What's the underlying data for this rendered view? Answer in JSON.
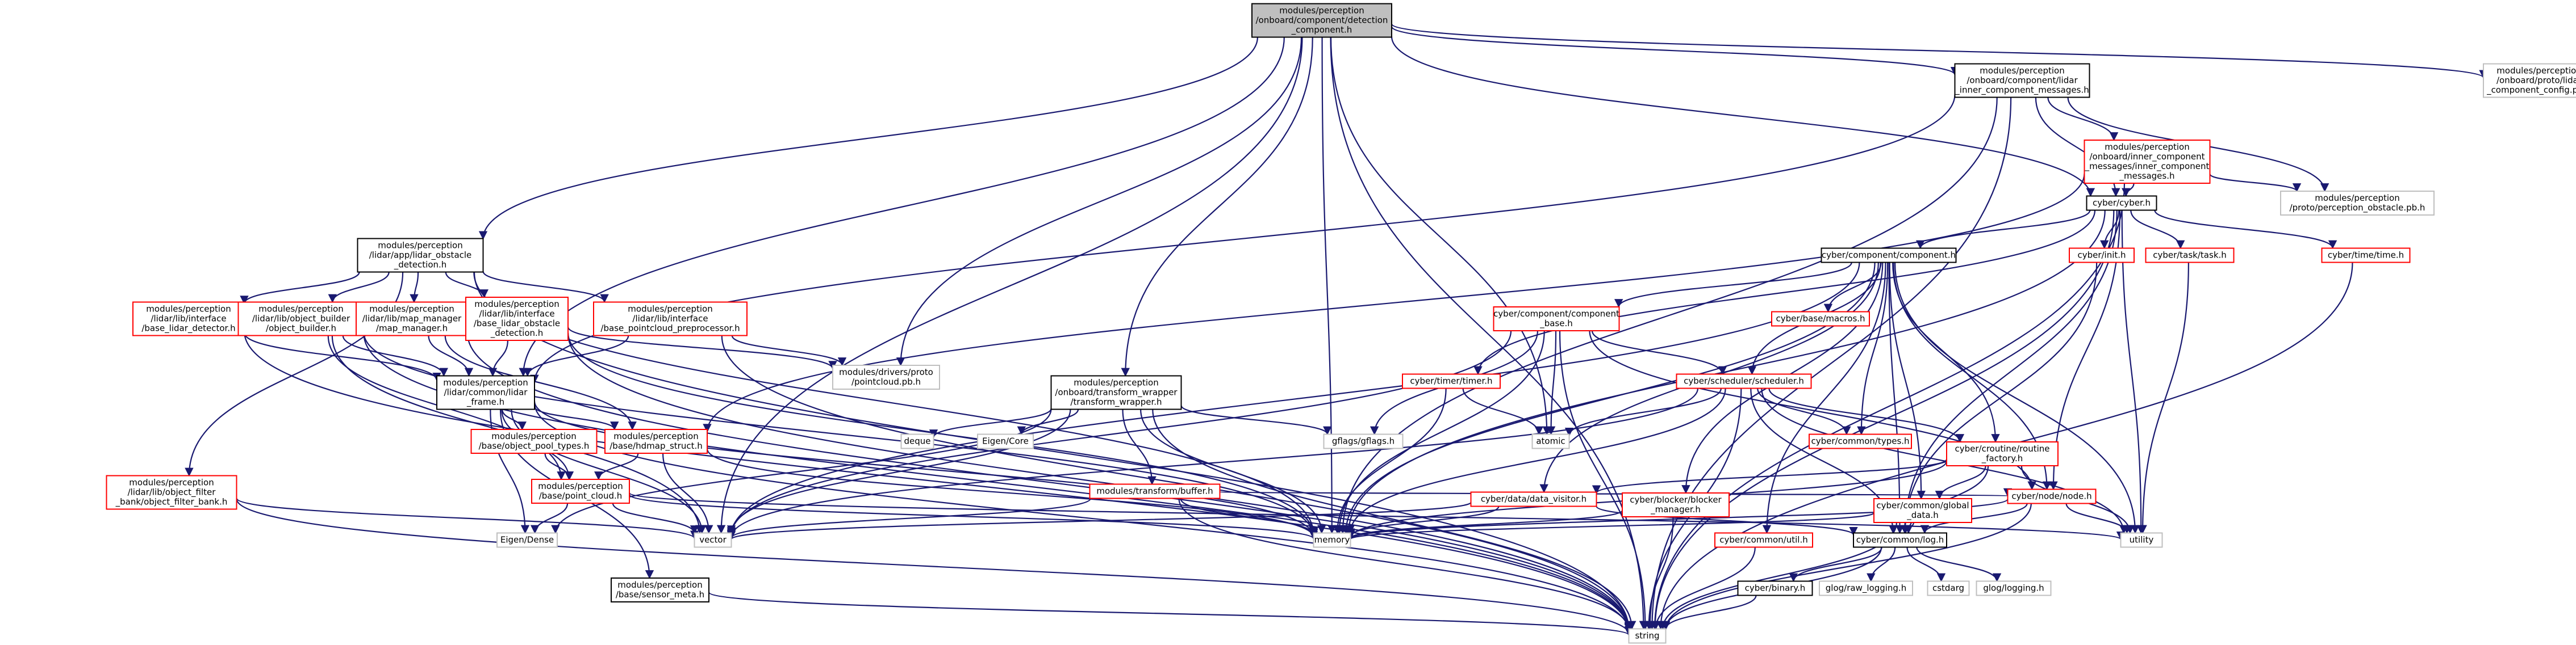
{
  "colors": {
    "edge": "#191970",
    "box_black": "#000000",
    "box_red": "#ff0000",
    "box_grey": "#bfbfbf",
    "text": "#000000",
    "root_fill": "#bfbfbf",
    "node_fill": "#ffffff"
  },
  "nodes": [
    {
      "id": "root",
      "kind": "root",
      "lines": [
        "modules/perception",
        "/onboard/component/detection",
        "_component.h"
      ]
    },
    {
      "id": "lidar_inner",
      "kind": "black",
      "lines": [
        "modules/perception",
        "/onboard/component/lidar",
        "_inner_component_messages.h"
      ]
    },
    {
      "id": "lidar_cfg_pb",
      "kind": "grey",
      "lines": [
        "modules/perception",
        "/onboard/proto/lidar",
        "_component_config.pb.h"
      ]
    },
    {
      "id": "inner_msgs",
      "kind": "red",
      "lines": [
        "modules/perception",
        "/onboard/inner_component",
        "_messages/inner_component",
        "_messages.h"
      ]
    },
    {
      "id": "obstacle_pb",
      "kind": "grey",
      "lines": [
        "modules/perception",
        "/proto/perception_obstacle.pb.h"
      ]
    },
    {
      "id": "cyber_h",
      "kind": "black",
      "lines": [
        "cyber/cyber.h"
      ]
    },
    {
      "id": "lidar_obstacle_det",
      "kind": "black",
      "lines": [
        "modules/perception",
        "/lidar/app/lidar_obstacle",
        "_detection.h"
      ]
    },
    {
      "id": "base_lidar_detector",
      "kind": "red",
      "lines": [
        "modules/perception",
        "/lidar/lib/interface",
        "/base_lidar_detector.h"
      ]
    },
    {
      "id": "object_builder",
      "kind": "red",
      "lines": [
        "modules/perception",
        "/lidar/lib/object_builder",
        "/object_builder.h"
      ]
    },
    {
      "id": "map_manager",
      "kind": "red",
      "lines": [
        "modules/perception",
        "/lidar/lib/map_manager",
        "/map_manager.h"
      ]
    },
    {
      "id": "base_lidar_obs_det",
      "kind": "red",
      "lines": [
        "modules/perception",
        "/lidar/lib/interface",
        "/base_lidar_obstacle",
        "_detection.h"
      ]
    },
    {
      "id": "base_pc_preproc",
      "kind": "red",
      "lines": [
        "modules/perception",
        "/lidar/lib/interface",
        "/base_pointcloud_preprocessor.h"
      ]
    },
    {
      "id": "lidar_frame",
      "kind": "black",
      "lines": [
        "modules/perception",
        "/lidar/common/lidar",
        "_frame.h"
      ]
    },
    {
      "id": "pointcloud_pb",
      "kind": "grey",
      "lines": [
        "modules/drivers/proto",
        "/pointcloud.pb.h"
      ]
    },
    {
      "id": "transform_wrapper",
      "kind": "black",
      "lines": [
        "modules/perception",
        "/onboard/transform_wrapper",
        "/transform_wrapper.h"
      ]
    },
    {
      "id": "object_pool_types",
      "kind": "red",
      "lines": [
        "modules/perception",
        "/base/object_pool_types.h"
      ]
    },
    {
      "id": "hdmap_struct",
      "kind": "red",
      "lines": [
        "modules/perception",
        "/base/hdmap_struct.h"
      ]
    },
    {
      "id": "point_cloud",
      "kind": "red",
      "lines": [
        "modules/perception",
        "/base/point_cloud.h"
      ]
    },
    {
      "id": "object_filter_bank",
      "kind": "red",
      "lines": [
        "modules/perception",
        "/lidar/lib/object_filter",
        "_bank/object_filter_bank.h"
      ]
    },
    {
      "id": "sensor_meta",
      "kind": "black",
      "lines": [
        "modules/perception",
        "/base/sensor_meta.h"
      ]
    },
    {
      "id": "eigen_dense",
      "kind": "grey",
      "lines": [
        "Eigen/Dense"
      ]
    },
    {
      "id": "vector",
      "kind": "grey",
      "lines": [
        "vector"
      ]
    },
    {
      "id": "deque",
      "kind": "grey",
      "lines": [
        "deque"
      ]
    },
    {
      "id": "eigen_core",
      "kind": "grey",
      "lines": [
        "Eigen/Core"
      ]
    },
    {
      "id": "buffer",
      "kind": "red",
      "lines": [
        "modules/transform/buffer.h"
      ]
    },
    {
      "id": "gflags",
      "kind": "grey",
      "lines": [
        "gflags/gflags.h"
      ]
    },
    {
      "id": "memory",
      "kind": "grey",
      "lines": [
        "memory"
      ]
    },
    {
      "id": "string",
      "kind": "grey",
      "lines": [
        "string"
      ]
    },
    {
      "id": "cyber_component",
      "kind": "black",
      "lines": [
        "cyber/component/component.h"
      ]
    },
    {
      "id": "component_base",
      "kind": "red",
      "lines": [
        "cyber/component/component",
        "_base.h"
      ]
    },
    {
      "id": "timer",
      "kind": "red",
      "lines": [
        "cyber/timer/timer.h"
      ]
    },
    {
      "id": "atomic",
      "kind": "grey",
      "lines": [
        "atomic"
      ]
    },
    {
      "id": "macros",
      "kind": "red",
      "lines": [
        "cyber/base/macros.h"
      ]
    },
    {
      "id": "init",
      "kind": "red",
      "lines": [
        "cyber/init.h"
      ]
    },
    {
      "id": "task",
      "kind": "red",
      "lines": [
        "cyber/task/task.h"
      ]
    },
    {
      "id": "time",
      "kind": "red",
      "lines": [
        "cyber/time/time.h"
      ]
    },
    {
      "id": "scheduler",
      "kind": "red",
      "lines": [
        "cyber/scheduler/scheduler.h"
      ]
    },
    {
      "id": "common_types",
      "kind": "red",
      "lines": [
        "cyber/common/types.h"
      ]
    },
    {
      "id": "routine_factory",
      "kind": "red",
      "lines": [
        "cyber/croutine/routine",
        "_factory.h"
      ]
    },
    {
      "id": "data_visitor",
      "kind": "red",
      "lines": [
        "cyber/data/data_visitor.h"
      ]
    },
    {
      "id": "blocker_manager",
      "kind": "red",
      "lines": [
        "cyber/blocker/blocker",
        "_manager.h"
      ]
    },
    {
      "id": "global_data",
      "kind": "red",
      "lines": [
        "cyber/common/global",
        "_data.h"
      ]
    },
    {
      "id": "node",
      "kind": "red",
      "lines": [
        "cyber/node/node.h"
      ]
    },
    {
      "id": "utility",
      "kind": "grey",
      "lines": [
        "utility"
      ]
    },
    {
      "id": "util",
      "kind": "red",
      "lines": [
        "cyber/common/util.h"
      ]
    },
    {
      "id": "log",
      "kind": "black",
      "lines": [
        "cyber/common/log.h"
      ]
    },
    {
      "id": "binary",
      "kind": "black",
      "lines": [
        "cyber/binary.h"
      ]
    },
    {
      "id": "raw_logging",
      "kind": "grey",
      "lines": [
        "glog/raw_logging.h"
      ]
    },
    {
      "id": "cstdarg",
      "kind": "grey",
      "lines": [
        "cstdarg"
      ]
    },
    {
      "id": "glog_logging",
      "kind": "grey",
      "lines": [
        "glog/logging.h"
      ]
    }
  ],
  "edges": [
    [
      "root",
      "lidar_inner"
    ],
    [
      "root",
      "lidar_cfg_pb"
    ],
    [
      "root",
      "cyber_h"
    ],
    [
      "root",
      "lidar_obstacle_det"
    ],
    [
      "root",
      "lidar_frame"
    ],
    [
      "root",
      "pointcloud_pb"
    ],
    [
      "root",
      "transform_wrapper"
    ],
    [
      "root",
      "memory"
    ],
    [
      "root",
      "string"
    ],
    [
      "root",
      "atomic"
    ],
    [
      "root",
      "vector"
    ],
    [
      "lidar_inner",
      "inner_msgs"
    ],
    [
      "lidar_inner",
      "obstacle_pb"
    ],
    [
      "lidar_inner",
      "cyber_h"
    ],
    [
      "lidar_inner",
      "lidar_frame"
    ],
    [
      "lidar_inner",
      "memory"
    ],
    [
      "lidar_inner",
      "string"
    ],
    [
      "inner_msgs",
      "obstacle_pb"
    ],
    [
      "inner_msgs",
      "cyber_h"
    ],
    [
      "inner_msgs",
      "hdmap_struct"
    ],
    [
      "inner_msgs",
      "string"
    ],
    [
      "cyber_h",
      "cyber_component"
    ],
    [
      "cyber_h",
      "init"
    ],
    [
      "cyber_h",
      "task"
    ],
    [
      "cyber_h",
      "time"
    ],
    [
      "cyber_h",
      "timer"
    ],
    [
      "cyber_h",
      "node"
    ],
    [
      "cyber_h",
      "log"
    ],
    [
      "cyber_h",
      "memory"
    ],
    [
      "cyber_h",
      "string"
    ],
    [
      "cyber_h",
      "utility"
    ],
    [
      "cyber_component",
      "component_base"
    ],
    [
      "cyber_component",
      "macros"
    ],
    [
      "cyber_component",
      "scheduler"
    ],
    [
      "cyber_component",
      "common_types"
    ],
    [
      "cyber_component",
      "routine_factory"
    ],
    [
      "cyber_component",
      "data_visitor"
    ],
    [
      "cyber_component",
      "blocker_manager"
    ],
    [
      "cyber_component",
      "global_data"
    ],
    [
      "cyber_component",
      "node"
    ],
    [
      "cyber_component",
      "util"
    ],
    [
      "cyber_component",
      "log"
    ],
    [
      "cyber_component",
      "memory"
    ],
    [
      "cyber_component",
      "utility"
    ],
    [
      "cyber_component",
      "vector"
    ],
    [
      "component_base",
      "gflags"
    ],
    [
      "component_base",
      "atomic"
    ],
    [
      "component_base",
      "scheduler"
    ],
    [
      "component_base",
      "node"
    ],
    [
      "component_base",
      "memory"
    ],
    [
      "component_base",
      "string"
    ],
    [
      "component_base",
      "vector"
    ],
    [
      "timer",
      "atomic"
    ],
    [
      "timer",
      "memory"
    ],
    [
      "scheduler",
      "atomic"
    ],
    [
      "scheduler",
      "common_types"
    ],
    [
      "scheduler",
      "routine_factory"
    ],
    [
      "scheduler",
      "log"
    ],
    [
      "scheduler",
      "memory"
    ],
    [
      "scheduler",
      "string"
    ],
    [
      "scheduler",
      "vector"
    ],
    [
      "scheduler",
      "utility"
    ],
    [
      "routine_factory",
      "data_visitor"
    ],
    [
      "routine_factory",
      "global_data"
    ],
    [
      "routine_factory",
      "log"
    ],
    [
      "routine_factory",
      "memory"
    ],
    [
      "routine_factory",
      "utility"
    ],
    [
      "data_visitor",
      "log"
    ],
    [
      "data_visitor",
      "memory"
    ],
    [
      "data_visitor",
      "vector"
    ],
    [
      "blocker_manager",
      "memory"
    ],
    [
      "blocker_manager",
      "string"
    ],
    [
      "global_data",
      "log"
    ],
    [
      "global_data",
      "memory"
    ],
    [
      "global_data",
      "string"
    ],
    [
      "node",
      "log"
    ],
    [
      "node",
      "memory"
    ],
    [
      "node",
      "string"
    ],
    [
      "node",
      "utility"
    ],
    [
      "util",
      "string"
    ],
    [
      "log",
      "binary"
    ],
    [
      "log",
      "raw_logging"
    ],
    [
      "log",
      "cstdarg"
    ],
    [
      "log",
      "glog_logging"
    ],
    [
      "log",
      "string"
    ],
    [
      "binary",
      "string"
    ],
    [
      "init",
      "log"
    ],
    [
      "task",
      "utility"
    ],
    [
      "time",
      "string"
    ],
    [
      "lidar_obstacle_det",
      "base_lidar_detector"
    ],
    [
      "lidar_obstacle_det",
      "object_builder"
    ],
    [
      "lidar_obstacle_det",
      "map_manager"
    ],
    [
      "lidar_obstacle_det",
      "base_lidar_obs_det"
    ],
    [
      "lidar_obstacle_det",
      "base_pc_preproc"
    ],
    [
      "lidar_obstacle_det",
      "object_filter_bank"
    ],
    [
      "lidar_obstacle_det",
      "memory"
    ],
    [
      "lidar_obstacle_det",
      "string"
    ],
    [
      "base_lidar_detector",
      "lidar_frame"
    ],
    [
      "base_lidar_detector",
      "string"
    ],
    [
      "object_builder",
      "lidar_frame"
    ],
    [
      "object_builder",
      "point_cloud"
    ],
    [
      "object_builder",
      "vector"
    ],
    [
      "object_builder",
      "memory"
    ],
    [
      "object_builder",
      "string"
    ],
    [
      "map_manager",
      "lidar_frame"
    ],
    [
      "map_manager",
      "hdmap_struct"
    ],
    [
      "map_manager",
      "string"
    ],
    [
      "base_lidar_obs_det",
      "lidar_frame"
    ],
    [
      "base_lidar_obs_det",
      "pointcloud_pb"
    ],
    [
      "base_lidar_obs_det",
      "memory"
    ],
    [
      "base_lidar_obs_det",
      "string"
    ],
    [
      "base_pc_preproc",
      "lidar_frame"
    ],
    [
      "base_pc_preproc",
      "pointcloud_pb"
    ],
    [
      "base_pc_preproc",
      "string"
    ],
    [
      "lidar_frame",
      "object_pool_types"
    ],
    [
      "lidar_frame",
      "hdmap_struct"
    ],
    [
      "lidar_frame",
      "point_cloud"
    ],
    [
      "lidar_frame",
      "sensor_meta"
    ],
    [
      "lidar_frame",
      "eigen_dense"
    ],
    [
      "lidar_frame",
      "vector"
    ],
    [
      "lidar_frame",
      "memory"
    ],
    [
      "lidar_frame",
      "string"
    ],
    [
      "object_filter_bank",
      "vector"
    ],
    [
      "object_filter_bank",
      "string"
    ],
    [
      "object_pool_types",
      "point_cloud"
    ],
    [
      "hdmap_struct",
      "point_cloud"
    ],
    [
      "hdmap_struct",
      "vector"
    ],
    [
      "hdmap_struct",
      "memory"
    ],
    [
      "point_cloud",
      "eigen_dense"
    ],
    [
      "point_cloud",
      "vector"
    ],
    [
      "point_cloud",
      "memory"
    ],
    [
      "point_cloud",
      "utility"
    ],
    [
      "sensor_meta",
      "string"
    ],
    [
      "transform_wrapper",
      "deque"
    ],
    [
      "transform_wrapper",
      "eigen_core"
    ],
    [
      "transform_wrapper",
      "buffer"
    ],
    [
      "transform_wrapper",
      "gflags"
    ],
    [
      "transform_wrapper",
      "memory"
    ],
    [
      "transform_wrapper",
      "string"
    ],
    [
      "transform_wrapper",
      "vector"
    ],
    [
      "transform_wrapper",
      "eigen_dense"
    ],
    [
      "buffer",
      "node"
    ],
    [
      "buffer",
      "memory"
    ],
    [
      "buffer",
      "string"
    ],
    [
      "buffer",
      "vector"
    ]
  ]
}
